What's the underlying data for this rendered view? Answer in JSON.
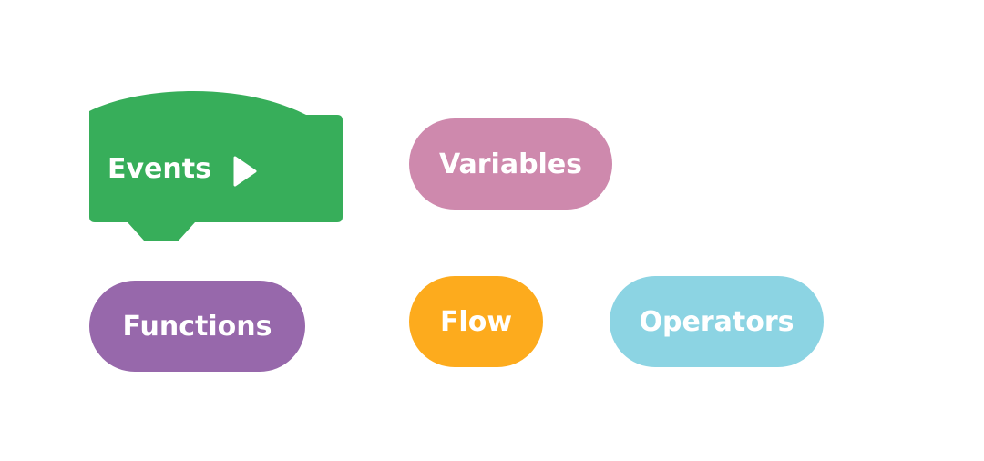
{
  "blocks": {
    "events": {
      "label": "Events",
      "icon": "play-icon",
      "color": "#37AE5A"
    },
    "variables": {
      "label": "Variables",
      "color": "#CE89AD"
    },
    "functions": {
      "label": "Functions",
      "color": "#9768AB"
    },
    "flow": {
      "label": "Flow",
      "color": "#FDAB1D"
    },
    "operators": {
      "label": "Operators",
      "color": "#8CD4E3"
    }
  }
}
